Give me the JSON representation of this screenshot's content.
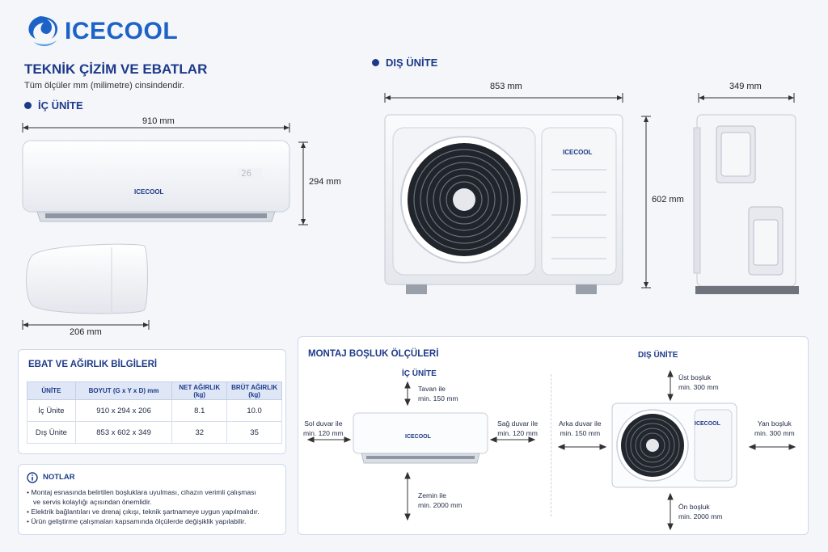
{
  "brand": {
    "name": "ICECOOL",
    "unit_logo": "ICECOOL"
  },
  "header": {
    "title": "TEKNİK ÇİZİM VE EBATLAR",
    "subtitle": "Tüm ölçüler mm (milimetre) cinsindendir."
  },
  "indoor": {
    "section_title": "İÇ ÜNİTE",
    "width_label": "910 mm",
    "height_label": "294 mm",
    "depth_label": "206 mm",
    "display_readout": "26"
  },
  "outdoor": {
    "section_title": "DIŞ ÜNİTE",
    "width_label": "853 mm",
    "height_label": "602 mm",
    "depth_label": "349 mm"
  },
  "specs": {
    "title": "EBAT VE AĞIRLIK BİLGİLERİ",
    "headers": [
      "ÜNİTE",
      "BOYUT (G x Y x D) mm",
      "NET AĞIRLIK (kg)",
      "BRÜT AĞIRLIK (kg)"
    ],
    "rows": [
      [
        "İç Ünite",
        "910 x 294 x 206",
        "8.1",
        "10.0"
      ],
      [
        "Dış Ünite",
        "853 x 602 x 349",
        "32",
        "35"
      ]
    ]
  },
  "notes": {
    "title": "NOTLAR",
    "items": [
      "• Montaj esnasında belirtilen boşluklara uyulması, cihazın verimli çalışması",
      "ve servis kolaylığı açısından önemlidir.",
      "• Elektrik bağlantıları ve drenaj çıkışı, teknik şartnameye uygun yapılmalıdır.",
      "• Ürün geliştirme çalışmaları kapsamında ölçülerde değişiklik yapılabilir."
    ]
  },
  "clearance": {
    "title": "MONTAJ BOŞLUK ÖLÇÜLERİ",
    "indoor_title": "İÇ ÜNİTE",
    "outdoor_title": "DIŞ ÜNİTE",
    "indoor": {
      "top": [
        "Tavan ile",
        "min. 150 mm"
      ],
      "left": [
        "Sol duvar ile",
        "min. 120 mm"
      ],
      "right": [
        "Sağ duvar ile",
        "min. 120 mm"
      ],
      "bottom": [
        "Zemin ile",
        "min. 2000 mm"
      ]
    },
    "outdoor": {
      "top": [
        "Üst boşluk",
        "min. 300 mm"
      ],
      "left": [
        "Arka duvar ile",
        "min. 150 mm"
      ],
      "right": [
        "Yan boşluk",
        "min. 300 mm"
      ],
      "bottom": [
        "Ön boşluk",
        "min. 2000 mm"
      ]
    }
  },
  "colors": {
    "accent": "#1d3a8a",
    "brand_blue": "#1d63c7",
    "panel_border": "#cfd8ea"
  }
}
